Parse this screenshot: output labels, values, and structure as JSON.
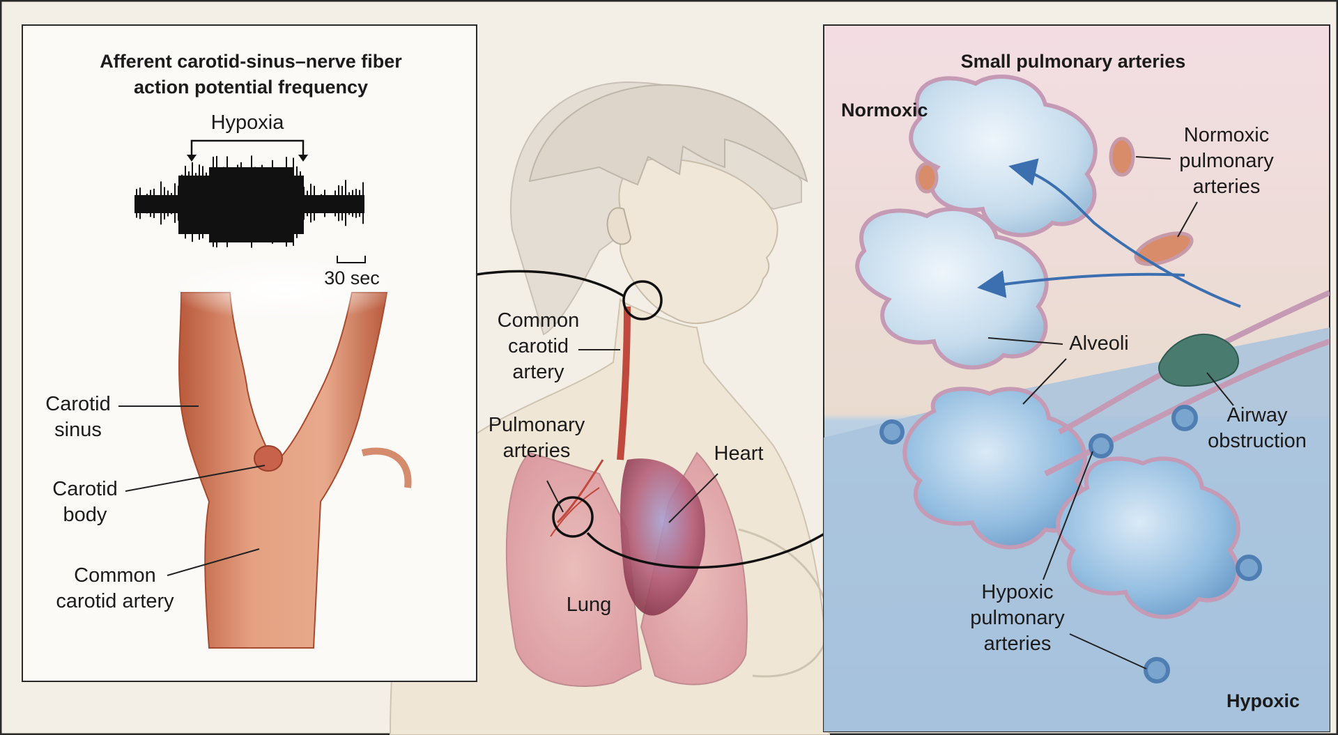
{
  "left_panel": {
    "title": "Afferent carotid-sinus–nerve fiber\naction potential frequency",
    "hypoxia_label": "Hypoxia",
    "scale_label": "30 sec",
    "labels": {
      "carotid_sinus": "Carotid\nsinus",
      "carotid_body": "Carotid\nbody",
      "common_carotid_artery": "Common\ncarotid artery"
    }
  },
  "center_figure": {
    "labels": {
      "common_carotid_artery": "Common\ncarotid\nartery",
      "pulmonary_arteries": "Pulmonary\narteries",
      "heart": "Heart",
      "lung": "Lung"
    }
  },
  "right_panel": {
    "title": "Small pulmonary arteries",
    "normoxic_label": "Normoxic",
    "hypoxic_label": "Hypoxic",
    "labels": {
      "normoxic_pulmonary_arteries": "Normoxic\npulmonary\narteries",
      "alveoli": "Alveoli",
      "airway_obstruction": "Airway\nobstruction",
      "hypoxic_pulmonary_arteries": "Hypoxic\npulmonary\narteries"
    }
  },
  "colors": {
    "artery": "#d9896a",
    "artery_dark": "#b25a3e",
    "lung": "#e7b3b6",
    "heart": "#b9566a",
    "alveoli": "#bfd9ea",
    "normoxic_bg": "#f2dbe0",
    "hypoxic_bg": "#a9c2dc",
    "flow_arrow": "#3b6fb0",
    "obstruction": "#3f6f64"
  }
}
